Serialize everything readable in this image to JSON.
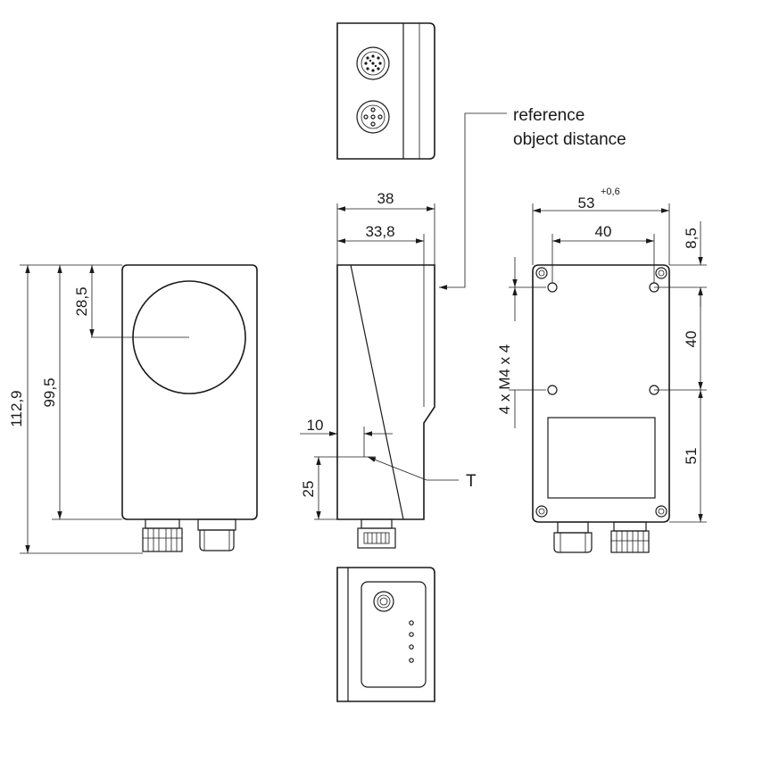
{
  "labels": {
    "reference_line1": "reference",
    "reference_line2": "object distance",
    "marker_t": "T",
    "mounting_holes": "4 x M4 x 4"
  },
  "dimensions": {
    "height_total": "112,9",
    "height_body": "99,5",
    "lens_offset": "28,5",
    "depth_total": "38",
    "depth_body": "33,8",
    "offset_10": "10",
    "offset_25": "25",
    "width_total": "53",
    "width_tolerance": "+0,6",
    "hole_spacing_h": "40",
    "top_offset": "8,5",
    "hole_spacing_v": "40",
    "bottom_offset": "51"
  }
}
